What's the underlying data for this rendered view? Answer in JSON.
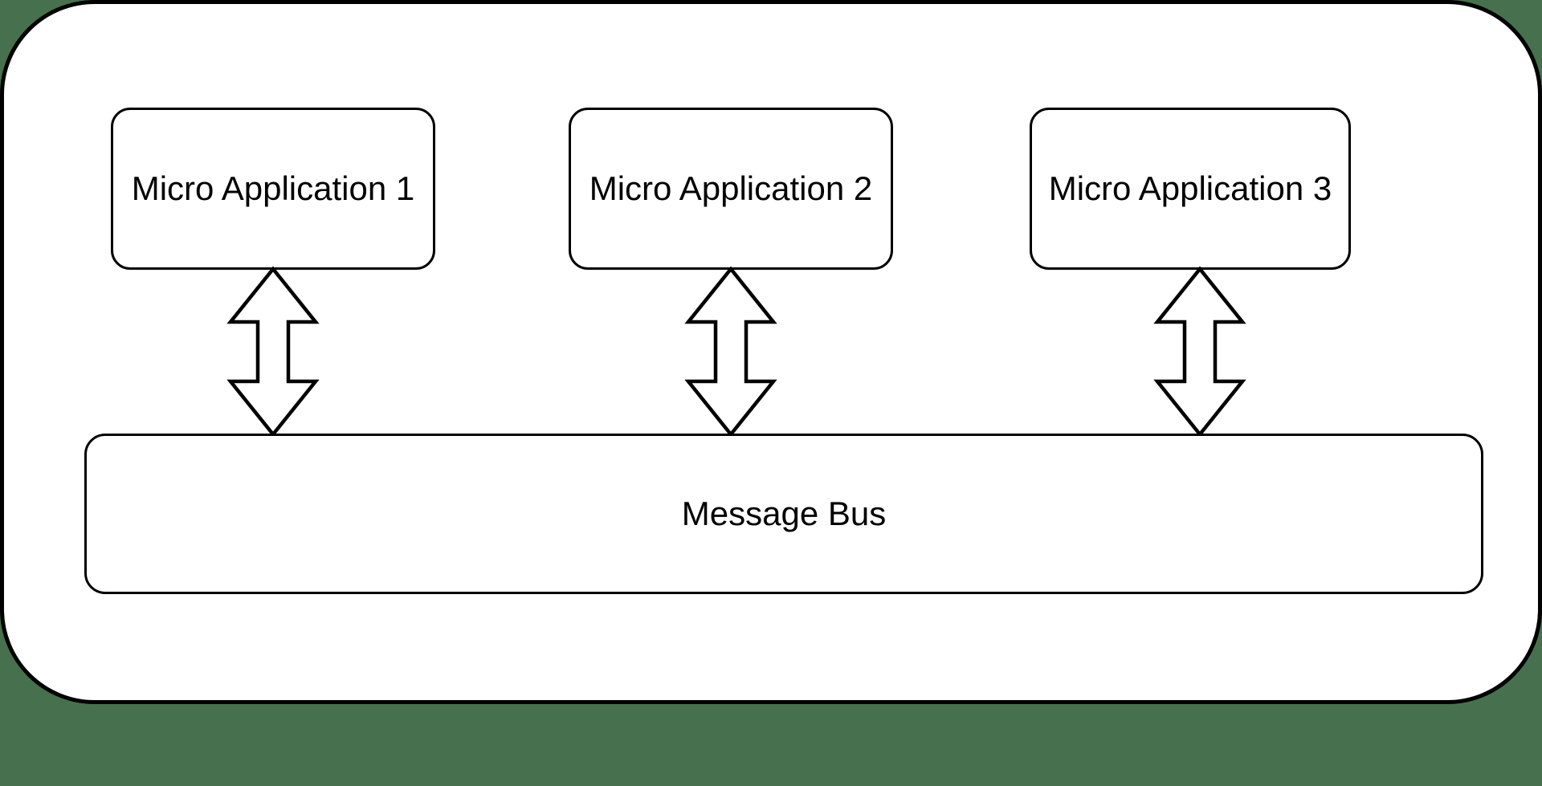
{
  "colors": {
    "background": "#47714E",
    "panel-fill": "#FFFFFF",
    "stroke": "#000000",
    "text": "#000000"
  },
  "nodes": {
    "app1": {
      "label": "Micro Application 1"
    },
    "app2": {
      "label": "Micro Application 2"
    },
    "app3": {
      "label": "Micro Application 3"
    },
    "bus": {
      "label": "Message Bus"
    }
  },
  "connectors": [
    {
      "from": "app1",
      "to": "bus",
      "style": "hollow-double-headed-vertical-arrow"
    },
    {
      "from": "app2",
      "to": "bus",
      "style": "hollow-double-headed-vertical-arrow"
    },
    {
      "from": "app3",
      "to": "bus",
      "style": "hollow-double-headed-vertical-arrow"
    }
  ]
}
